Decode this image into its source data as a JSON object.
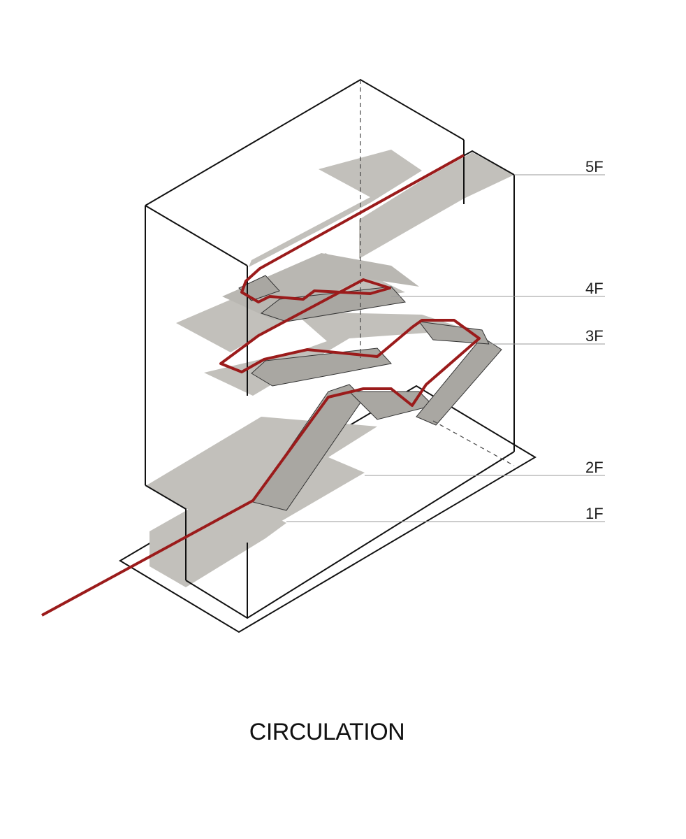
{
  "caption": "CIRCULATION",
  "floors": [
    {
      "label": "5F"
    },
    {
      "label": "4F"
    },
    {
      "label": "3F"
    },
    {
      "label": "2F"
    },
    {
      "label": "1F"
    }
  ],
  "colors": {
    "circulation_path": "#9b1b1b",
    "floor_plate": "#c2c0bb",
    "floor_plate_dark": "#a9a7a2",
    "outline": "#111111",
    "leader_line": "#999999"
  },
  "icons": {
    "stair": "stair-icon",
    "path": "circulation-path"
  }
}
